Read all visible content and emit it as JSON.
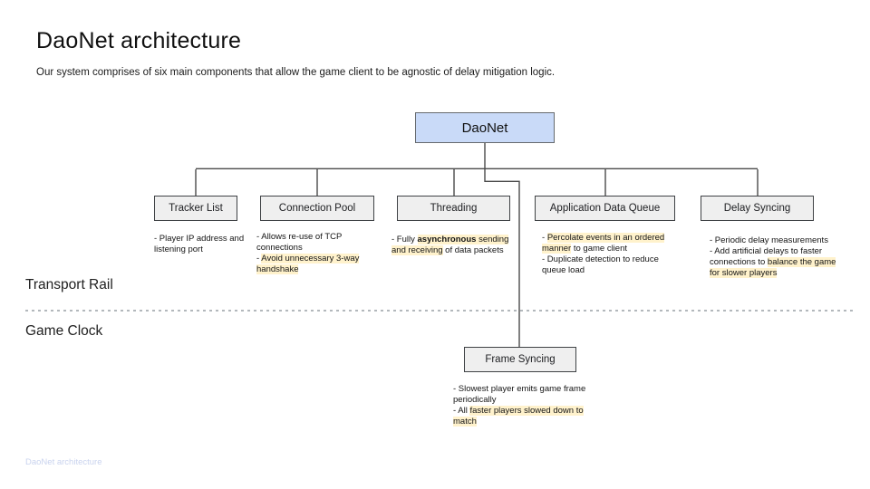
{
  "slide": {
    "title": "DaoNet architecture",
    "subtitle": "Our system comprises of six main components that allow the game client to be agnostic of delay mitigation logic.",
    "footer": "DaoNet architecture"
  },
  "lanes": {
    "transport_rail": "Transport Rail",
    "game_clock": "Game Clock"
  },
  "colors": {
    "root_fill": "#c9daf8",
    "node_fill": "#efefef",
    "node_border": "#3f4245",
    "connector": "#4a4a4a",
    "highlight": "#fff2cc",
    "divider": "#9aa0a6",
    "footer_text": "#c9d3ee"
  },
  "diagram": {
    "root": {
      "label": "DaoNet"
    },
    "nodes": [
      {
        "label": "Tracker List",
        "notes": [
          [
            {
              "text": "- Player IP address and listening port"
            }
          ]
        ]
      },
      {
        "label": "Connection Pool",
        "notes": [
          [
            {
              "text": "- Allows re-use of TCP connections"
            }
          ],
          [
            {
              "text": "- "
            },
            {
              "text": "Avoid unnecessary 3-way handshake",
              "hl": true
            }
          ]
        ]
      },
      {
        "label": "Threading",
        "notes": [
          [
            {
              "text": "- Fully "
            },
            {
              "text": "asynchronous",
              "hl": true,
              "b": true
            },
            {
              "text": " sending and receiving",
              "hl": true
            },
            {
              "text": " of data packets"
            }
          ]
        ]
      },
      {
        "label": "Application Data Queue",
        "notes": [
          [
            {
              "text": "- "
            },
            {
              "text": "Percolate events in an ordered manner",
              "hl": true
            },
            {
              "text": " to game client"
            }
          ],
          [
            {
              "text": "- Duplicate detection to reduce queue load"
            }
          ]
        ]
      },
      {
        "label": "Delay Syncing",
        "notes": [
          [
            {
              "text": "- Periodic delay measurements"
            }
          ],
          [
            {
              "text": "- Add artificial delays to faster connections to "
            },
            {
              "text": "balance the game for slower players",
              "hl": true
            }
          ]
        ]
      },
      {
        "label": "Frame Syncing",
        "notes": [
          [
            {
              "text": "- Slowest player emits game frame periodically"
            }
          ],
          [
            {
              "text": "- All "
            },
            {
              "text": "faster players slowed down to match",
              "hl": true
            }
          ]
        ]
      }
    ]
  }
}
